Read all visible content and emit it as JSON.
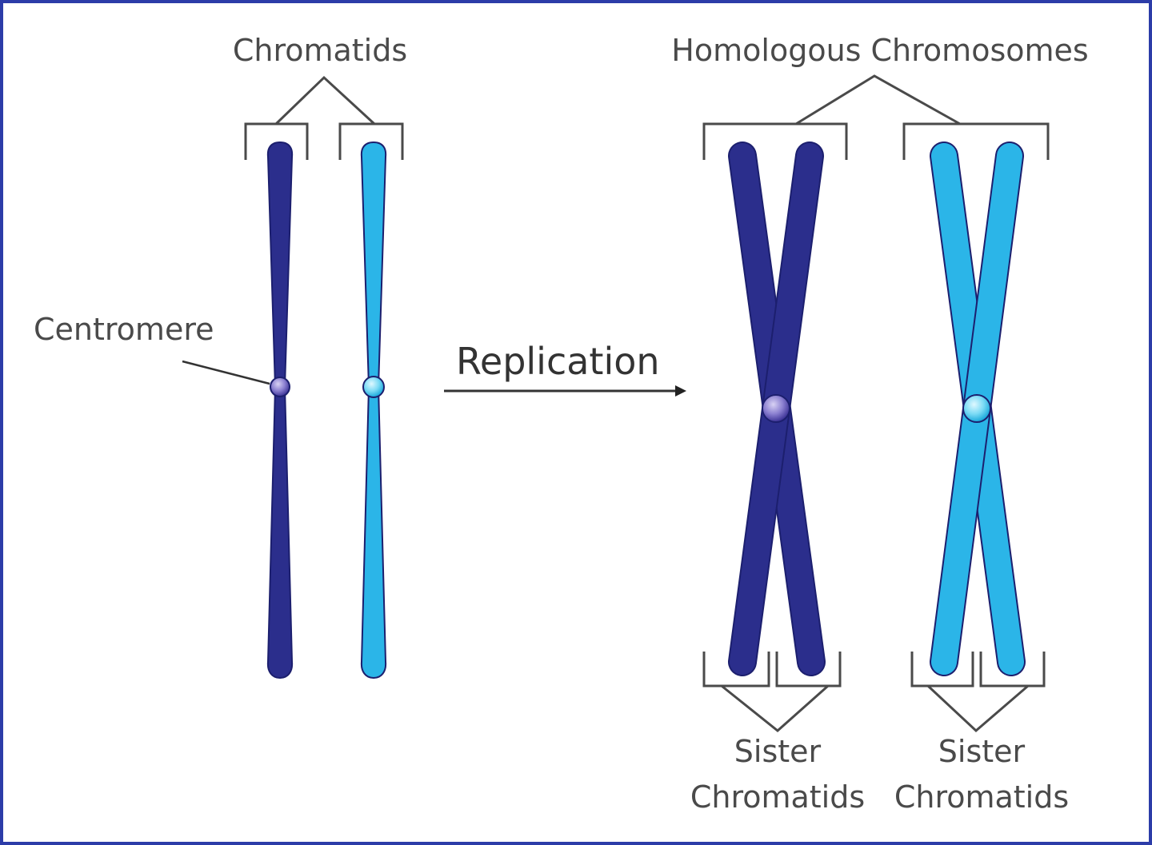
{
  "labels": {
    "chromatids": "Chromatids",
    "homologous": "Homologous Chromosomes",
    "centromere": "Centromere",
    "replication": "Replication",
    "sister1_line1": "Sister",
    "sister1_line2": "Chromatids",
    "sister2_line1": "Sister",
    "sister2_line2": "Chromatids"
  },
  "colors": {
    "border": "#2c3ca8",
    "dark_chromatid": "#2b2e8c",
    "light_chromatid": "#2bb5e8",
    "text": "#4a4a4a",
    "line": "#4a4a4a"
  }
}
